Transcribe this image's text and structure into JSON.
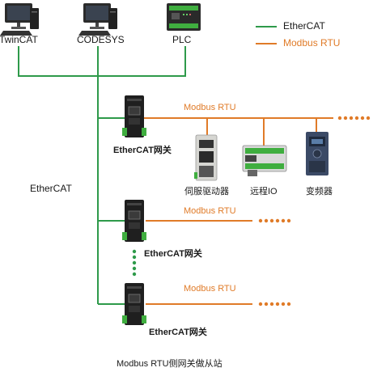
{
  "colors": {
    "ethercat_line": "#2e9a4a",
    "modbus_line": "#e07b28",
    "dots_green": "#2e9a4a",
    "dots_orange": "#e07b28"
  },
  "legend": {
    "ethercat": "EtherCAT",
    "modbus": "Modbus RTU"
  },
  "masters": [
    {
      "label": "TwinCAT",
      "icon": "computer-icon"
    },
    {
      "label": "CODESYS",
      "icon": "computer-icon"
    },
    {
      "label": "PLC",
      "icon": "plc-icon"
    }
  ],
  "bus_label": "EtherCAT",
  "gateways": [
    {
      "label": "EtherCAT网关",
      "link_label": "Modbus RTU"
    },
    {
      "label": "EtherCAT网关",
      "link_label": "Modbus RTU"
    },
    {
      "label": "EtherCAT网关",
      "link_label": "Modbus RTU"
    }
  ],
  "slaves": [
    {
      "label": "伺服驱动器",
      "icon": "servo-drive-icon"
    },
    {
      "label": "远程IO",
      "icon": "remote-io-icon"
    },
    {
      "label": "变频器",
      "icon": "inverter-icon"
    }
  ],
  "caption": "Modbus RTU侧网关做从站"
}
